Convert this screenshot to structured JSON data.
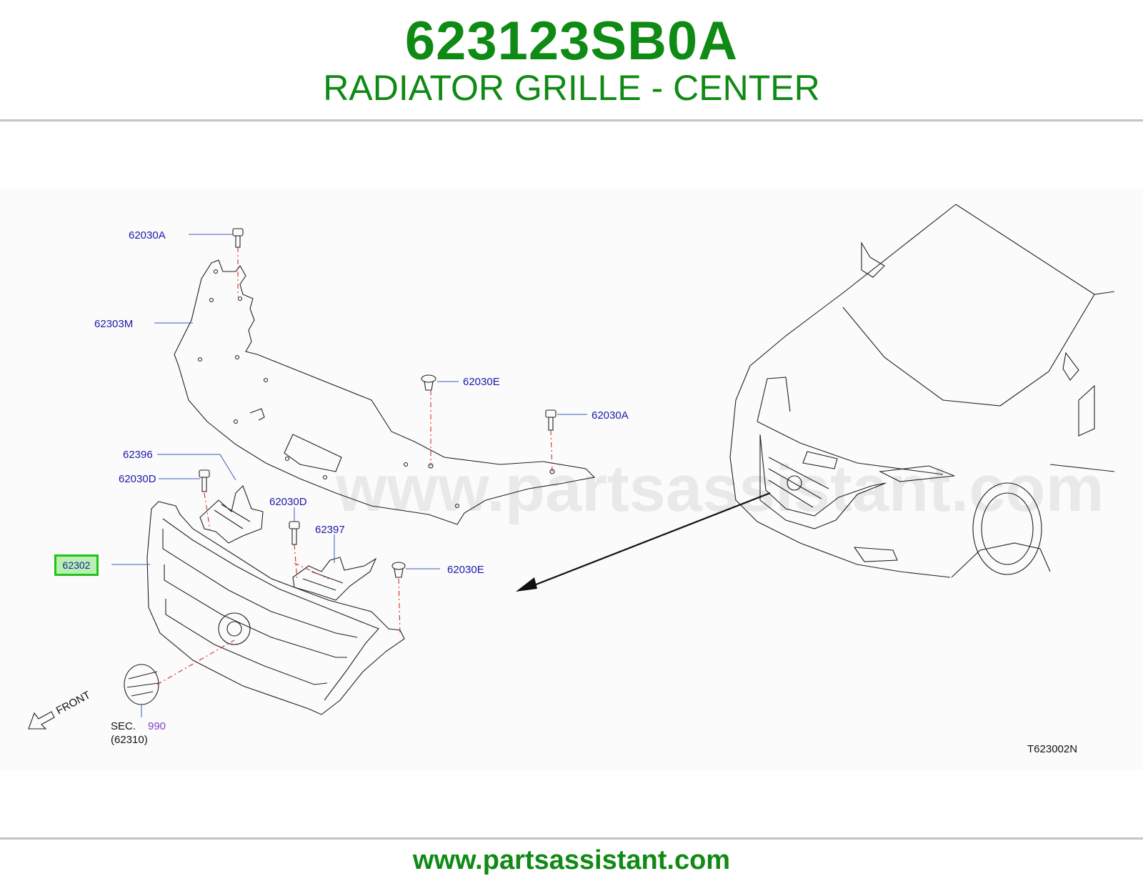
{
  "header": {
    "part_number": "623123SB0A",
    "title": "RADIATOR GRILLE - CENTER"
  },
  "diagram": {
    "labels": {
      "l_62030A_top": "62030A",
      "l_62303M": "62303M",
      "l_62030E_mid": "62030E",
      "l_62030A_right": "62030A",
      "l_62396": "62396",
      "l_62030D_left": "62030D",
      "l_62030D_mid": "62030D",
      "l_62397": "62397",
      "l_62030E_low": "62030E",
      "l_front": "FRONT",
      "l_sec": "SEC.",
      "l_sec_num": "990",
      "l_sec_ref": "(62310)",
      "l_ref_code": "T623002N"
    },
    "highlighted_part": "62302",
    "watermark": "www.partsassistant.com"
  },
  "footer": {
    "url": "www.partsassistant.com"
  },
  "colors": {
    "title_green": "#0f8a14",
    "label_blue": "#1a1aa8",
    "highlight_border": "#22c21a",
    "highlight_fill": "#b8f0b0"
  }
}
